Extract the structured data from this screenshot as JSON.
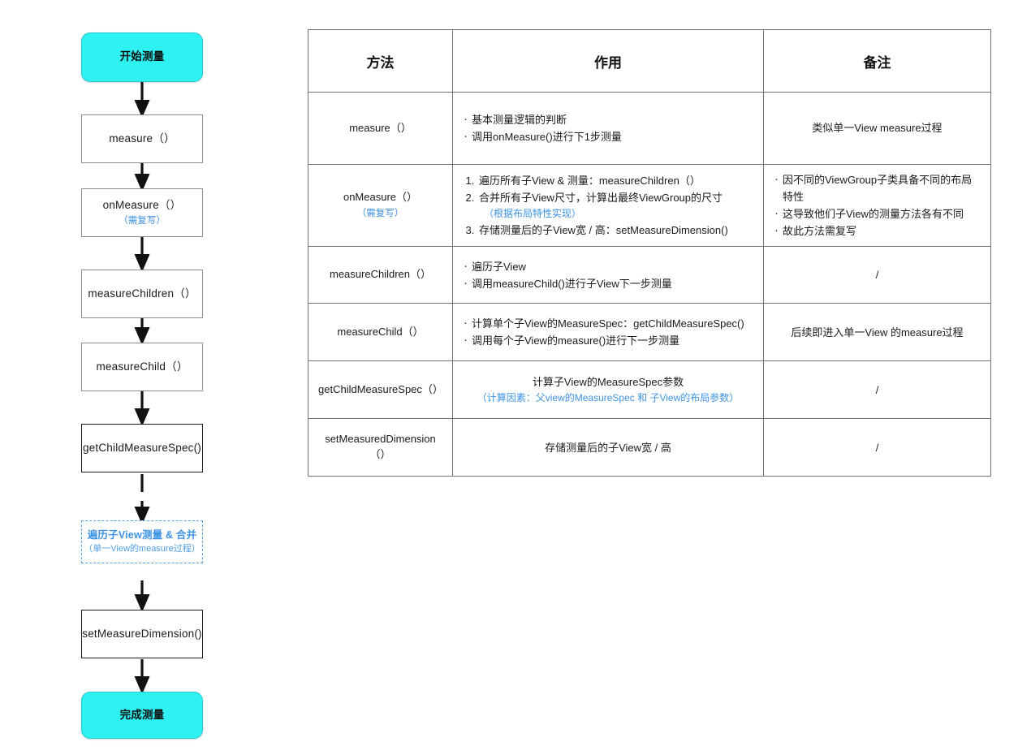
{
  "flowchart": {
    "nodes": [
      {
        "id": "start",
        "label": "开始测量",
        "sub": "",
        "shape": "terminal"
      },
      {
        "id": "measure",
        "label": "measure（）",
        "sub": "",
        "shape": "plain"
      },
      {
        "id": "onMeasure",
        "label": "onMeasure（）",
        "sub": "（需复写）",
        "shape": "plain"
      },
      {
        "id": "measureChildren",
        "label": "measureChildren（）",
        "sub": "",
        "shape": "plain"
      },
      {
        "id": "measureChild",
        "label": "measureChild（）",
        "sub": "",
        "shape": "plain"
      },
      {
        "id": "getChildMeasureSpec",
        "label": "getChildMeasureSpec()",
        "sub": "",
        "shape": "strong"
      },
      {
        "id": "traverse",
        "label": "遍历子View测量 & 合并",
        "sub": "（单一View的measure过程）",
        "shape": "dashed"
      },
      {
        "id": "setMeasureDimension",
        "label": "setMeasureDimension()",
        "sub": "",
        "shape": "strong"
      },
      {
        "id": "finish",
        "label": "完成测量",
        "sub": "",
        "shape": "terminal"
      }
    ]
  },
  "table": {
    "headers": [
      "方法",
      "作用",
      "备注"
    ],
    "rows": [
      {
        "method": "measure（）",
        "method_sub": "",
        "role_bullets": [
          "基本测量逻辑的判断",
          "调用onMeasure()进行下1步测量"
        ],
        "role_numbered": [],
        "role_centered": "",
        "role_blue": "",
        "note_bullets": [],
        "note_text": "类似单一View measure过程"
      },
      {
        "method": "onMeasure（）",
        "method_sub": "（需复写）",
        "role_bullets": [],
        "role_numbered": [
          "遍历所有子View & 测量：measureChildren（）",
          "合并所有子View尺寸，计算出最终ViewGroup的尺寸",
          "存储测量后的子View宽 / 高：setMeasureDimension()"
        ],
        "role_blue_after_item": "（根据布局特性实现）",
        "role_centered": "",
        "role_blue": "",
        "note_bullets": [
          "因不同的ViewGroup子类具备不同的布局特性",
          "这导致他们子View的测量方法各有不同",
          "故此方法需复写"
        ],
        "note_text": ""
      },
      {
        "method": "measureChildren（）",
        "method_sub": "",
        "role_bullets": [
          "遍历子View",
          "调用measureChild()进行子View下一步测量"
        ],
        "role_numbered": [],
        "role_centered": "",
        "role_blue": "",
        "note_bullets": [],
        "note_text": "/"
      },
      {
        "method": "measureChild（）",
        "method_sub": "",
        "role_bullets": [
          "计算单个子View的MeasureSpec：getChildMeasureSpec()",
          "调用每个子View的measure()进行下一步测量"
        ],
        "role_numbered": [],
        "role_centered": "",
        "role_blue": "",
        "note_bullets": [],
        "note_text": "后续即进入单一View 的measure过程"
      },
      {
        "method": "getChildMeasureSpec（）",
        "method_sub": "",
        "role_bullets": [],
        "role_numbered": [],
        "role_centered": "计算子View的MeasureSpec参数",
        "role_blue": "（计算因素：父view的MeasureSpec 和 子View的布局参数）",
        "note_bullets": [],
        "note_text": "/"
      },
      {
        "method": "setMeasuredDimension（）",
        "method_sub": "",
        "role_bullets": [],
        "role_numbered": [],
        "role_centered": "存储测量后的子View宽 / 高",
        "role_blue": "",
        "note_bullets": [],
        "note_text": "/"
      }
    ]
  },
  "colors": {
    "terminal_fill": "#2ef2f2",
    "accent_blue": "#3d93e3",
    "table_border": "#737373",
    "box_border": "#8d8d8d",
    "strong_border": "#1a1a1a",
    "arrow": "#111111"
  }
}
